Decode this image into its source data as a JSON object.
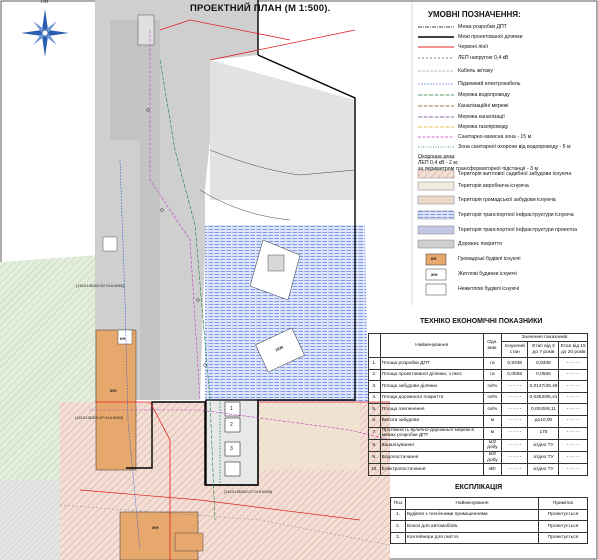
{
  "compass_label": "ПН",
  "title": "ПРОЕКТНИЙ ПЛАН (М 1:500).",
  "legend": {
    "title": "УМОВНІ ПОЗНАЧЕННЯ:",
    "items": [
      "Межа розробки ДПТ",
      "Межі проектованої ділянки",
      "Червоні лінії",
      "ЛЕП напругою 0,4 кВ",
      "Кабель зв'язку",
      "Підземний електрокабель",
      "Мережа водопроводу",
      "Каналізаційні мережі",
      "Мережа каналізації",
      "Мережа газопроводу",
      "Санітарно-захисна зона - 15 м",
      "Зона санітарної охорони від водопроводу - 5 м",
      "Охоронна зона:",
      "ЛЕП 0,4 кВ - 2 м;",
      "за периметром трансформаторної підстанції - 3 м",
      "Територія житлової садибної забудови існуюча",
      "Територія виробнича існуюча",
      "Територія громадської забудови існуюча",
      "Територія транспортної інфраструктури існуюча",
      "Територія транспортної інфраструктури проектна",
      "Дорожнє покриття",
      "Громадські будівлі існуючі",
      "Житлові будинки існуючі",
      "Нежитлові будівлі існуючі"
    ],
    "badges": [
      "ЖН",
      "КН"
    ]
  },
  "map_labels": {
    "parcel1": "(1810136300:07:016:0062)",
    "parcel2": "(1810136300:07:016:0063)",
    "parcel3": "(1810136300:07:016:0065)",
    "b1": "КН",
    "b2": "ЖН",
    "b3": "ЖН",
    "b4": "1КЖ",
    "slot1": "1",
    "slot2": "2",
    "slot3": "3"
  },
  "tei": {
    "title": "ТЕХНІКО ЕКОНОМІЧНІ ПОКАЗНИКИ",
    "head": {
      "name": "Найменування",
      "unit": "Одн. вим.",
      "group": "Значення показників",
      "c1": "Існуючий стан",
      "c2": "Етап від 3 до 7 років",
      "c3": "Етап від 15 до 20 років"
    },
    "rows": [
      {
        "n": "1.",
        "name": "Площа розробки ДПТ",
        "unit": "га",
        "v1": "0,9336",
        "v2": "0,9336",
        "v3": "- - - - -"
      },
      {
        "n": "2.",
        "name": "Площа проектованої ділянки, з якої:",
        "unit": "га",
        "v1": "0,0555",
        "v2": "0,0555",
        "v3": "- - - - -"
      },
      {
        "n": "3.",
        "name": "Площа забудови ділянки",
        "unit": "га/%",
        "v1": "- - - - -",
        "v2": "0,0147/26,49",
        "v3": "- - - - -"
      },
      {
        "n": "4.",
        "name": "Площа дорожного покриття",
        "unit": "га/%",
        "v1": "- - - - -",
        "v2": "0,0363/65,41",
        "v3": "- - - - -"
      },
      {
        "n": "5.",
        "name": "Площа озеленення",
        "unit": "га/%",
        "v1": "- - - - -",
        "v2": "0,0045/8,11",
        "v3": "- - - - -"
      },
      {
        "n": "6.",
        "name": "Висота забудови",
        "unit": "м",
        "v1": "- - - - -",
        "v2": "до10,00",
        "v3": "- - - - -"
      },
      {
        "n": "7.",
        "name": "Протяжність вулично-дорожньої мережі в межах розробки ДПТ",
        "unit": "м",
        "v1": "- - - - -",
        "v2": "175",
        "v3": "- - - - -"
      },
      {
        "n": "8.",
        "name": "Каналізування",
        "unit": "м3/ добу",
        "v1": "- - - - -",
        "v2": "згідно ТУ",
        "v3": "- - - - -"
      },
      {
        "n": "9.",
        "name": "Водопостачання",
        "unit": "м3/ добу",
        "v1": "- - - - -",
        "v2": "згідно ТУ",
        "v3": "- - - - -"
      },
      {
        "n": "10.",
        "name": "Електропостачання",
        "unit": "кВт",
        "v1": "- - - - -",
        "v2": "згідно ТУ",
        "v3": "- - - - -"
      }
    ]
  },
  "exp": {
    "title": "ЕКСПЛІКАЦІЯ",
    "head": {
      "n": "Поз",
      "name": "Найменування",
      "note": "Примітка"
    },
    "rows": [
      {
        "n": "1.",
        "name": "Будівля з технічними приміщеннями",
        "note": "Проектується"
      },
      {
        "n": "2.",
        "name": "Бокси для автомобілів.",
        "note": "Проектується"
      },
      {
        "n": "3.",
        "name": "Контейнери для сміття.",
        "note": "Проектується"
      }
    ]
  }
}
